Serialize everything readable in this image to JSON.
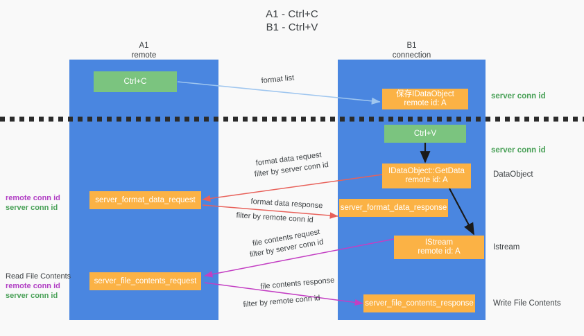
{
  "title": {
    "line1": "A1 - Ctrl+C",
    "line2": "B1 - Ctrl+V"
  },
  "columns": [
    {
      "name": "A1",
      "sub": "remote"
    },
    {
      "name": "B1",
      "sub": "connection"
    }
  ],
  "colors": {
    "lane": "#4a86e0",
    "green_node": "#7bc47f",
    "orange_node": "#fbb245",
    "server_conn_id": "#4aa158",
    "remote_conn_id": "#b13fc4",
    "arrow_blue": "#9fc6ef",
    "arrow_red": "#e8615a",
    "arrow_magenta": "#c33fc3",
    "arrow_black": "#1a1a1a",
    "background": "#f9f9f9"
  },
  "nodes": {
    "ctrl_c": {
      "label": "Ctrl+C"
    },
    "ctrl_v": {
      "label": "Ctrl+V"
    },
    "save_idataobject": {
      "line1": "保存IDataObject",
      "line2": "remote id: A"
    },
    "getdata": {
      "line1": "IDataObject::GetData",
      "line2": "remote id: A"
    },
    "istream": {
      "line1": "IStream",
      "line2": "remote id: A"
    },
    "server_format_data_request": {
      "label": "server_format_data_request"
    },
    "server_format_data_response": {
      "label": "server_format_data_response"
    },
    "server_file_contents_request": {
      "label": "server_file_contents_request"
    },
    "server_file_contents_response": {
      "label": "server_file_contents_response"
    }
  },
  "edge_labels": {
    "format_list": "format list",
    "format_data_request": "format data request",
    "format_data_request_filter_prefix": "filter by",
    "format_data_request_filter_value": "server conn id",
    "format_data_response": "format data response",
    "format_data_response_filter_prefix": "filter by",
    "format_data_response_filter_value": "remote conn id",
    "file_contents_request": "file contents request",
    "file_contents_request_filter_prefix": "filter by",
    "file_contents_request_filter_value": "server conn id",
    "file_contents_response": "file contents response",
    "file_contents_response_filter_prefix": "filter by",
    "file_contents_response_filter_value": "remote conn id"
  },
  "right_labels": {
    "server_conn_id_top": "server conn id",
    "server_conn_id_mid": "server conn id",
    "dataobject": "DataObject",
    "istream": "Istream",
    "write_file_contents": "Write File Contents"
  },
  "left_labels": {
    "format_remote_conn_id": "remote conn id",
    "format_server_conn_id": "server conn id",
    "read_file_contents": "Read File Contents",
    "file_remote_conn_id": "remote conn id",
    "file_server_conn_id": "server conn id"
  }
}
